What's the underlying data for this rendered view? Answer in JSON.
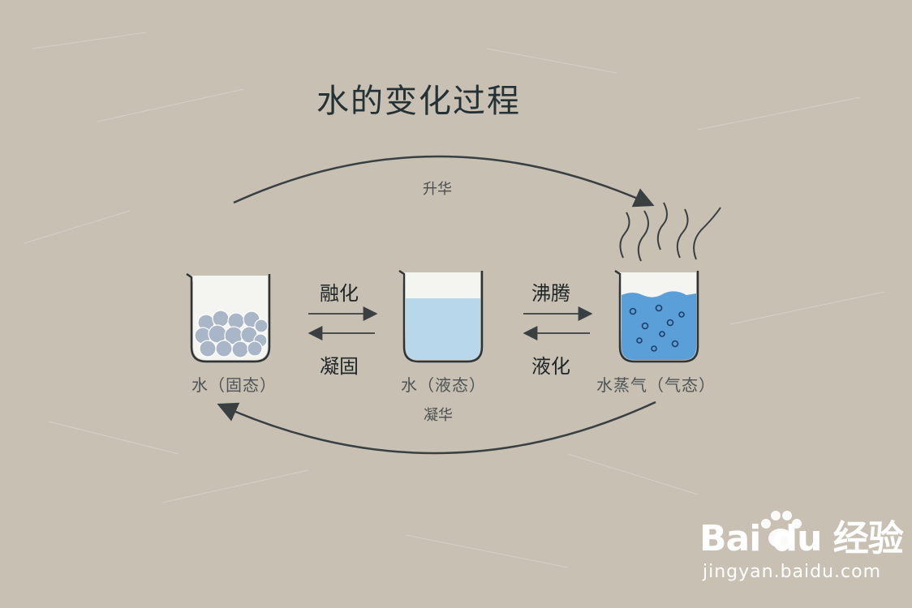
{
  "title": "水的变化过程",
  "states": {
    "solid": "水（固态）",
    "liquid": "水（液态）",
    "gas": "水蒸气（气态）"
  },
  "processes": {
    "sublimation": "升华",
    "deposition": "凝华",
    "melting": "融化",
    "freezing": "凝固",
    "boiling": "沸腾",
    "condensation": "液化"
  },
  "watermark": {
    "brand": "Bai du 经验",
    "url": "jingyan.baidu.com"
  },
  "colors": {
    "background": "#c7c0b3",
    "water": "#b9d7ea",
    "boiling_water": "#5b9fd8",
    "ice": "#a9b6c7"
  }
}
